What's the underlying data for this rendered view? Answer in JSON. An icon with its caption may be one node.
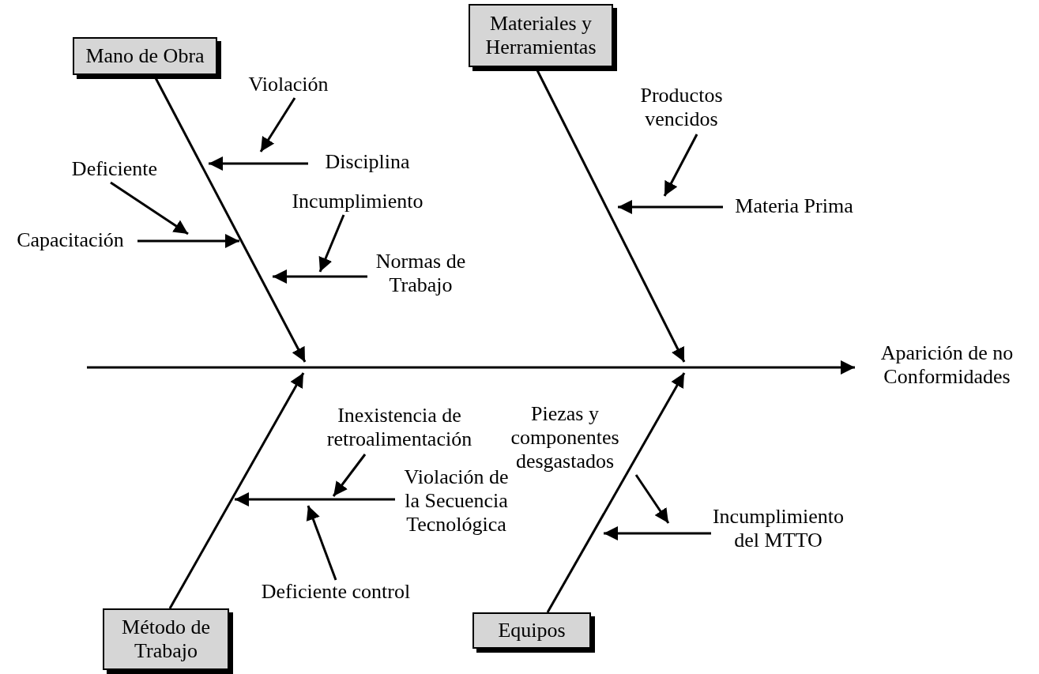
{
  "diagram": {
    "nodes": [
      {
        "text": [
          "Mano de Obra"
        ]
      },
      {
        "text": [
          "Materiales y Herramientas"
        ]
      },
      {
        "text": [
          "Método de Trabajo"
        ]
      },
      {
        "text": [
          "Equipos"
        ]
      },
      {
        "text": [
          "Aparición de no Conformidades"
        ]
      },
      {
        "text": [
          "Violación"
        ]
      },
      {
        "text": [
          "Disciplina"
        ]
      },
      {
        "text": [
          "Deficiente"
        ]
      },
      {
        "text": [
          "Capacitación"
        ]
      },
      {
        "text": [
          "Incumplimiento"
        ]
      },
      {
        "text": [
          "Normas de Trabajo"
        ]
      },
      {
        "text": [
          "Productos vencidos"
        ]
      },
      {
        "text": [
          "Materia Prima"
        ]
      },
      {
        "text": [
          "Inexistencia de retroalimentación"
        ]
      },
      {
        "text": [
          "Violación de la Secuencia Tecnológica"
        ]
      },
      {
        "text": [
          "Deficiente control"
        ]
      },
      {
        "text": [
          "Piezas y componentes desgastados"
        ]
      },
      {
        "text": [
          "Incumplimiento del MTTO"
        ]
      }
    ],
    "edges": [
      {
        "from": null,
        "to": 4,
        "arrow": "to"
      },
      {
        "from": 0,
        "to": null,
        "arrow": "to"
      },
      {
        "from": 1,
        "to": null,
        "arrow": "to"
      },
      {
        "from": 2,
        "to": null,
        "arrow": "to"
      },
      {
        "from": 3,
        "to": null,
        "arrow": "to"
      },
      {
        "from": 6,
        "to": null,
        "arrow": "to"
      },
      {
        "from": 5,
        "to": null,
        "arrow": "to"
      },
      {
        "from": 8,
        "to": null,
        "arrow": "to"
      },
      {
        "from": 7,
        "to": null,
        "arrow": "to"
      },
      {
        "from": 10,
        "to": null,
        "arrow": "to"
      },
      {
        "from": 9,
        "to": null,
        "arrow": "to"
      },
      {
        "from": 12,
        "to": null,
        "arrow": "to"
      },
      {
        "from": 11,
        "to": null,
        "arrow": "to"
      },
      {
        "from": 14,
        "to": null,
        "arrow": "to"
      },
      {
        "from": 13,
        "to": null,
        "arrow": "to"
      },
      {
        "from": 15,
        "to": null,
        "arrow": "to"
      },
      {
        "from": 17,
        "to": null,
        "arrow": "to"
      },
      {
        "from": 16,
        "to": null,
        "arrow": "to"
      }
    ]
  }
}
